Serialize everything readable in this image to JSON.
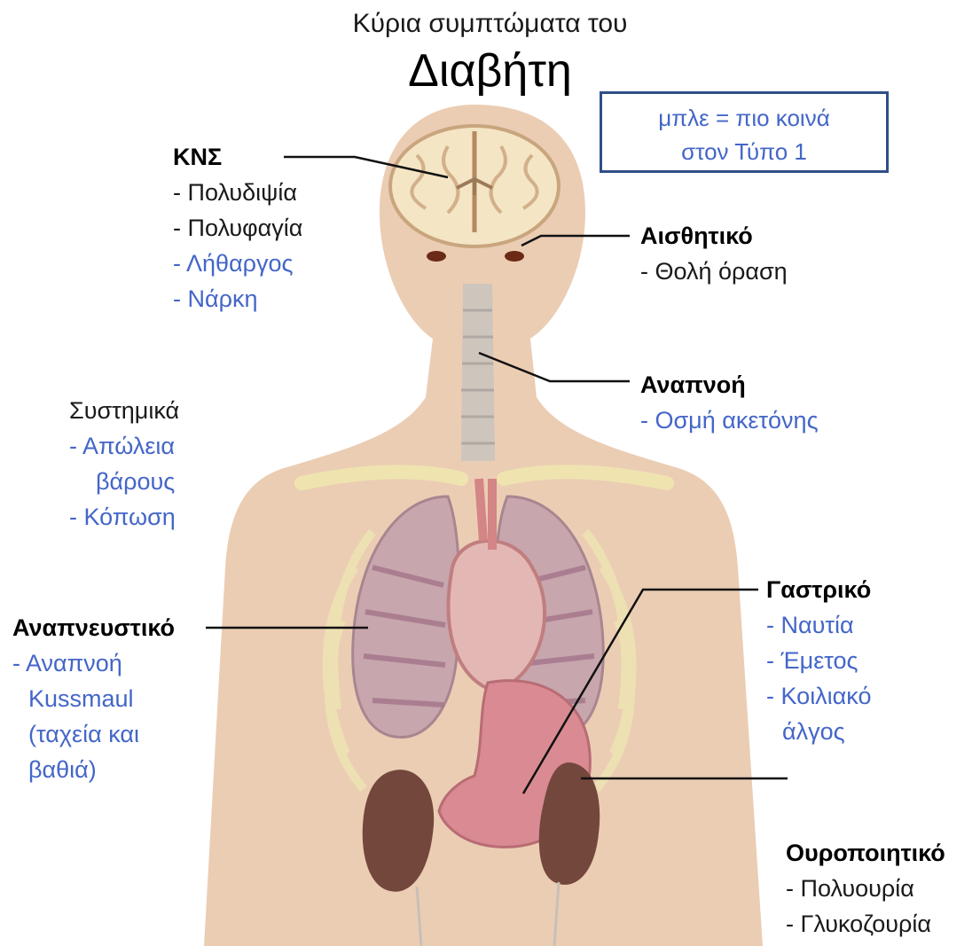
{
  "header": {
    "subtitle": "Κύρια συμπτώματα του",
    "title": "Διαβήτη"
  },
  "legend": {
    "line1": "μπλε = πιο κοινά",
    "line2": "στον Τύπο 1",
    "border_color": "#2f4f86",
    "text_color": "#4466c8"
  },
  "colors": {
    "skin": "#ebcdb4",
    "blue_text": "#4466c8",
    "black_text": "#1a1a1a"
  },
  "groups": {
    "cns": {
      "title": "ΚΝΣ",
      "items": [
        {
          "text": "- Πολυδιψία",
          "blue": false
        },
        {
          "text": "- Πολυφαγία",
          "blue": false
        },
        {
          "text": "- Λήθαργος",
          "blue": true
        },
        {
          "text": "- Νάρκη",
          "blue": true
        }
      ]
    },
    "sensory": {
      "title": "Αισθητικό",
      "items": [
        {
          "text": "- Θολή όραση",
          "blue": false
        }
      ]
    },
    "breath": {
      "title": "Αναπνοή",
      "items": [
        {
          "text": "- Οσμή ακετόνης",
          "blue": true
        }
      ]
    },
    "systemic": {
      "title": "Συστημικά",
      "items": [
        {
          "text": "- Απώλεια",
          "blue": true
        },
        {
          "text": "βάρους",
          "blue": true
        },
        {
          "text": "- Κόπωση",
          "blue": true
        }
      ]
    },
    "respiratory": {
      "title": "Αναπνευστικό",
      "items": [
        {
          "text": "- Αναπνοή",
          "blue": true
        },
        {
          "text": "Kussmaul",
          "blue": true
        },
        {
          "text": "(ταχεία και",
          "blue": true
        },
        {
          "text": "βαθιά)",
          "blue": true
        }
      ]
    },
    "gastric": {
      "title": "Γαστρικό",
      "items": [
        {
          "text": "- Ναυτία",
          "blue": true
        },
        {
          "text": "- Έμετος",
          "blue": true
        },
        {
          "text": "- Κοιλιακό",
          "blue": true
        },
        {
          "text": "άλγος",
          "blue": true
        }
      ]
    },
    "urinary": {
      "title": "Ουροποιητικό",
      "items": [
        {
          "text": "- Πολυουρία",
          "blue": false
        },
        {
          "text": "- Γλυκοζουρία",
          "blue": false
        }
      ]
    }
  }
}
